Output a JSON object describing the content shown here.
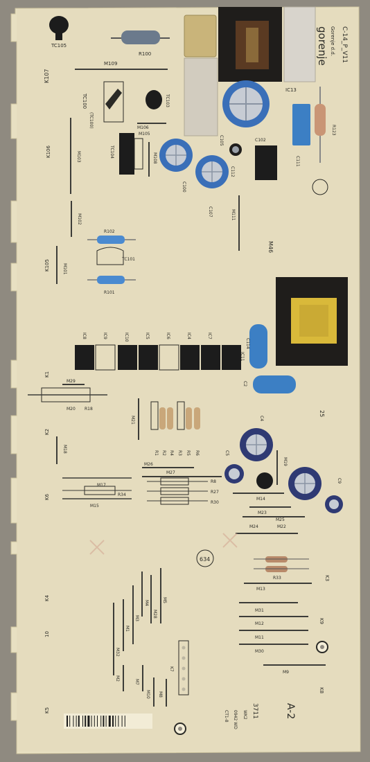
{
  "board": {
    "brand": "gorenje",
    "brand_sub": "Gorenje d.d.",
    "model": "C-14_P_V11",
    "variant": "A-2"
  },
  "colors": {
    "backdrop": "#8f8a80",
    "substrate": "#e8e0c2",
    "silkscreen": "#2a2a26",
    "cap_blue": "#3a6fb8",
    "ceramic_blue": "#3c7fc4",
    "transformer_core": "#d9b93a",
    "relay_grey": "#d8d4cc",
    "ic_black": "#1c1c1c"
  },
  "labels": {
    "tc105": "TC105",
    "r100": "R100",
    "m109": "M109",
    "k107": "K107",
    "tc100": "TC100",
    "tc100b": "(TC100)",
    "tc103": "TC103",
    "m103": "M103",
    "tc104": "TC104",
    "m106": "M106",
    "m105": "M105",
    "m108": "M108",
    "c100": "C100",
    "c107": "C107",
    "c105": "C105",
    "c112": "C112",
    "c102": "C102",
    "c111": "C111",
    "r123": "R123",
    "k106": "K106",
    "m102": "M102",
    "m111": "M111",
    "r102": "R102",
    "tc101": "TC101",
    "r101": "R101",
    "k105": "K105",
    "m101": "M101",
    "ic13": "IC13",
    "ic8": "IC8",
    "ic9": "IC9",
    "ic10": "IC10",
    "ic5": "IC5",
    "ic6": "IC6",
    "ic4": "IC4",
    "ic7": "IC7",
    "ic11": "IC11",
    "c114": "C114",
    "c2": "C2",
    "k1": "K1",
    "m29": "M29",
    "r18": "R18",
    "m20": "M20",
    "m21": "M21",
    "r1": "R1",
    "r2": "R2",
    "r4": "R4",
    "r3": "R3",
    "r5": "R5",
    "r6": "R6",
    "m26": "M26",
    "m27": "M27",
    "r8": "R8",
    "r27": "R27",
    "r30": "R30",
    "k2": "K2",
    "m18": "M18",
    "m17": "M17",
    "r34": "R34",
    "m15": "M15",
    "k6": "K6",
    "c4": "C4",
    "c5": "C5",
    "m19": "M19",
    "c9": "C9",
    "m14": "M14",
    "m23": "M23",
    "m25": "M25",
    "m24": "M24",
    "m22": "M22",
    "c34": "634",
    "r33": "R33",
    "k3": "K3",
    "m13": "M13",
    "k4": "K4",
    "m4": "M4",
    "m28": "M28",
    "m5": "M5",
    "m1": "M1",
    "m3": "M3",
    "m31": "M31",
    "m12": "M12",
    "m32": "M32",
    "k9": "K9",
    "m11": "M11",
    "m30": "M30",
    "m2": "M2",
    "m7": "M7",
    "m10": "M10",
    "m8": "M8",
    "k7": "K7",
    "m9": "M9",
    "k8": "K8",
    "k5": "K5",
    "ct": "CT1-8",
    "date": "0942 WD",
    "wk": "WK2",
    "ul": "3711"
  }
}
